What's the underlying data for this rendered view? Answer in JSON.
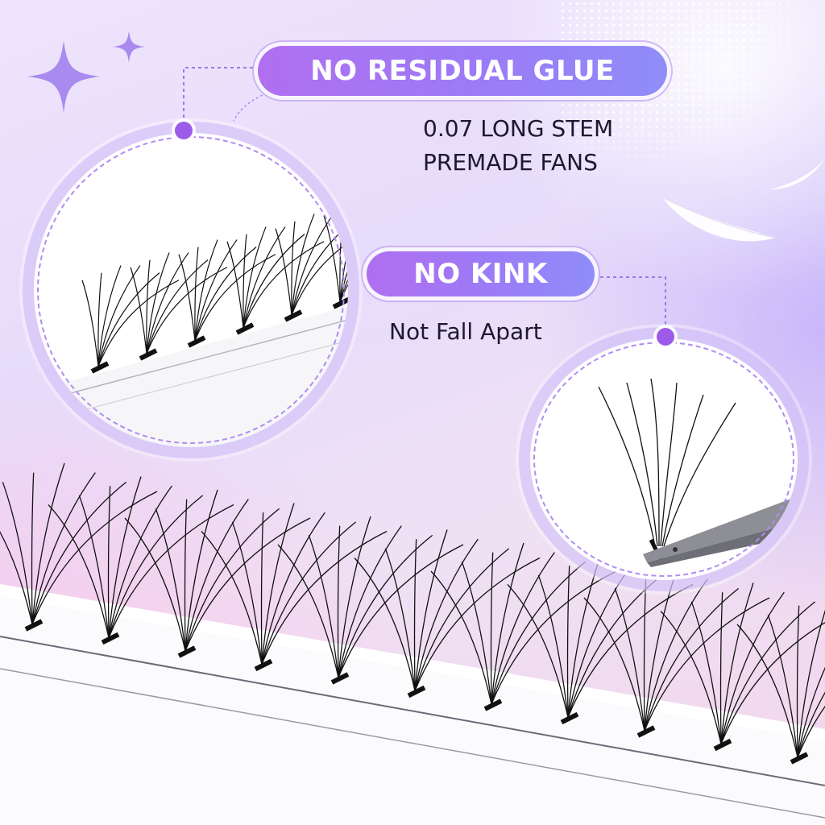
{
  "headline": {
    "text": "NO RESIDUAL GLUE"
  },
  "subhead": {
    "line1": "0.07 LONG STEM",
    "line2": "PREMADE FANS"
  },
  "badge": {
    "text": "NO KINK"
  },
  "caption": {
    "text": "Not Fall Apart"
  },
  "colors": {
    "accent": "#9c5be8",
    "pill_start": "#b06ff0",
    "pill_end": "#8f8df8",
    "text": "#1d1730"
  },
  "icons": [
    "sparkle-icon",
    "feather-icon"
  ]
}
